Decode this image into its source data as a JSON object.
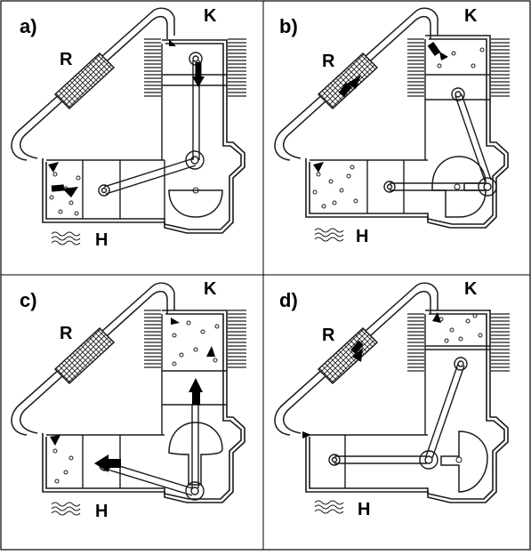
{
  "panels": [
    {
      "id": "a",
      "label": "a)",
      "cold_label": "K",
      "hot_label": "H",
      "regenerator_label": "R"
    },
    {
      "id": "b",
      "label": "b)",
      "cold_label": "K",
      "hot_label": "H",
      "regenerator_label": "R"
    },
    {
      "id": "c",
      "label": "c)",
      "cold_label": "K",
      "hot_label": "H",
      "regenerator_label": "R"
    },
    {
      "id": "d",
      "label": "d)",
      "cold_label": "K",
      "hot_label": "H",
      "regenerator_label": "R"
    }
  ],
  "colors": {
    "line": "#1a1a1a",
    "frame": "#000000",
    "background": "#ffffff",
    "arrow": "#000000"
  },
  "icons": [
    "heat-source-flame-icon",
    "cooling-fins-icon",
    "regenerator-mesh-icon",
    "flywheel-icon"
  ]
}
